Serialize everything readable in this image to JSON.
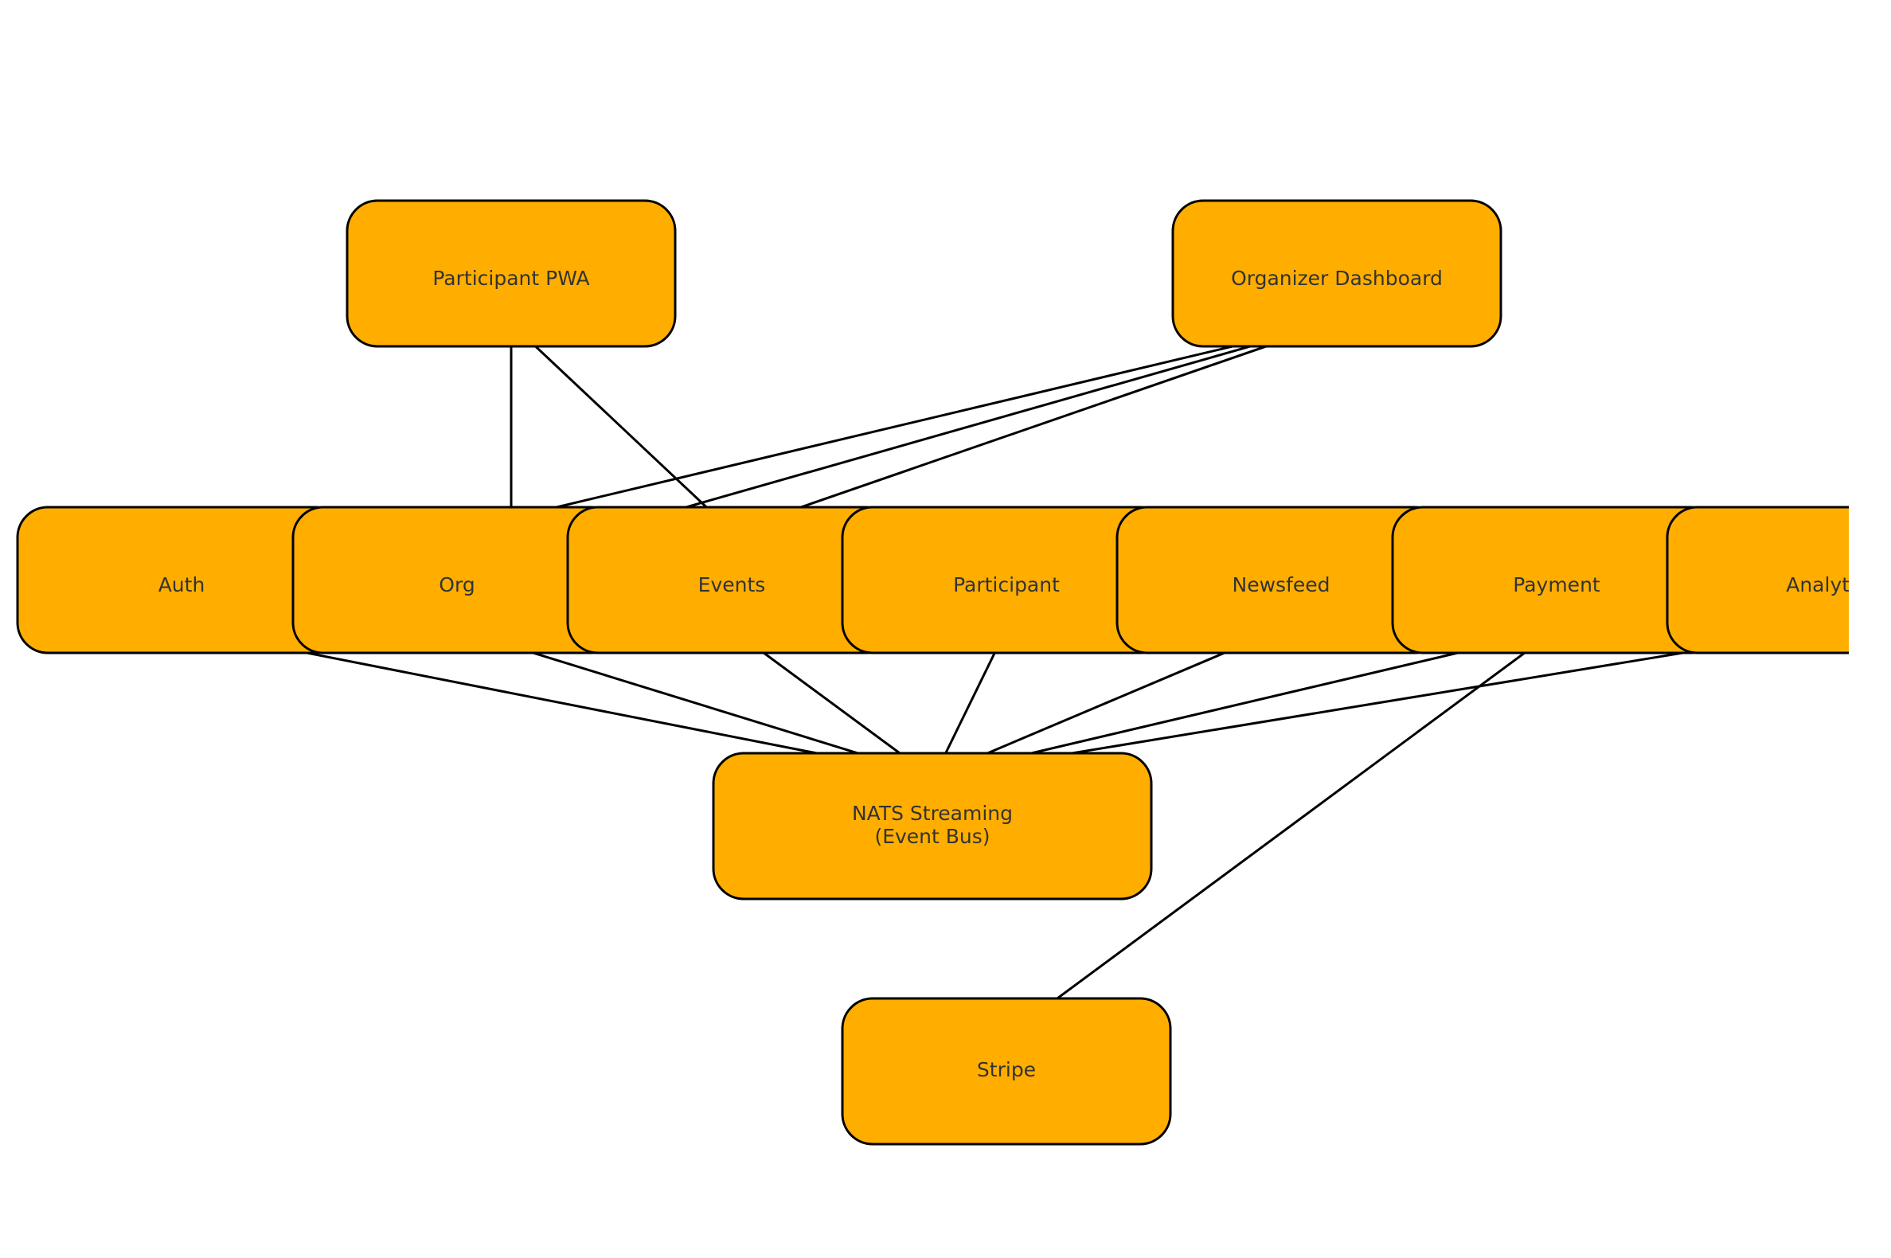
{
  "diagram": {
    "colors": {
      "node_fill": "#FFAE00",
      "node_stroke": "#000000",
      "edge": "#000000",
      "label": "#333333"
    },
    "nodes": {
      "participant_pwa": {
        "label": "Participant PWA"
      },
      "organizer_dashboard": {
        "label": "Organizer Dashboard"
      },
      "auth": {
        "label": "Auth"
      },
      "org": {
        "label": "Org"
      },
      "events": {
        "label": "Events"
      },
      "participant": {
        "label": "Participant"
      },
      "newsfeed": {
        "label": "Newsfeed"
      },
      "payment": {
        "label": "Payment"
      },
      "analytics": {
        "label": "Analytics"
      },
      "nats": {
        "label_line1": "NATS Streaming",
        "label_line2": "(Event Bus)"
      },
      "stripe": {
        "label": "Stripe"
      }
    },
    "edges": [
      {
        "from": "org",
        "to": "participant_pwa"
      },
      {
        "from": "events",
        "to": "participant_pwa"
      },
      {
        "from": "org",
        "to": "organizer_dashboard"
      },
      {
        "from": "events",
        "to": "organizer_dashboard"
      },
      {
        "from": "events",
        "to": "organizer_dashboard"
      },
      {
        "from": "nats",
        "to": "auth"
      },
      {
        "from": "nats",
        "to": "org"
      },
      {
        "from": "nats",
        "to": "events"
      },
      {
        "from": "nats",
        "to": "participant"
      },
      {
        "from": "nats",
        "to": "newsfeed"
      },
      {
        "from": "nats",
        "to": "payment"
      },
      {
        "from": "nats",
        "to": "analytics"
      },
      {
        "from": "stripe",
        "to": "payment"
      }
    ]
  }
}
